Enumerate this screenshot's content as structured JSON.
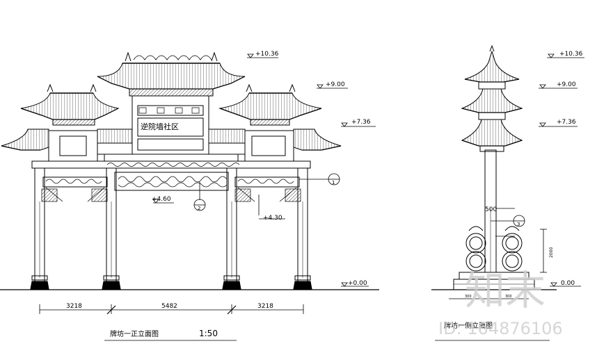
{
  "front_elevation": {
    "levels": [
      "+10.36",
      "+9.00",
      "+7.36",
      "+4.60",
      "+4.30",
      "+0.00"
    ],
    "plaque_text": "逆院墙社区",
    "detail_markers": [
      "1",
      "2"
    ],
    "dimensions": [
      "3218",
      "5482",
      "3218"
    ],
    "title": "牌坊一正立面图",
    "scale": "1:50"
  },
  "side_elevation": {
    "levels": [
      "+10.36",
      "+9.00",
      "+7.36",
      "0.00"
    ],
    "detail_marker": "3",
    "dim_500": "500",
    "dim_side": "2000",
    "bottom_dims": [
      "300",
      "300"
    ],
    "title": "牌坊一侧立面图"
  },
  "watermark": {
    "logo_text": "知末",
    "id_text": "ID: 164876106"
  }
}
